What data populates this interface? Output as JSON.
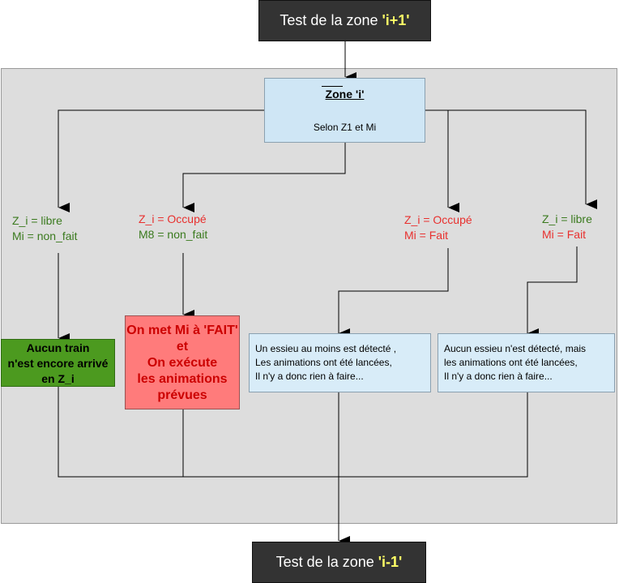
{
  "top_box": {
    "prefix": "Test de la zone ",
    "highlight": "'i+1'"
  },
  "bottom_box": {
    "prefix": "Test de la zone ",
    "highlight": "'i-1'"
  },
  "zone": {
    "title": "Zone 'i'",
    "subtitle": "Selon Z1 et Mi"
  },
  "branches": [
    {
      "line1": "Z_i = libre",
      "line2": "Mi = non_fait"
    },
    {
      "line1": "Z_i = Occupé",
      "line2": "M8 = non_fait"
    },
    {
      "line1": "Z_i = Occupé",
      "line2": "Mi = Fait"
    },
    {
      "line1": "Z_i = libre",
      "line2": "Mi = Fait"
    }
  ],
  "green_action": [
    "Aucun train",
    "n'est encore arrivé",
    "en Z_i"
  ],
  "red_action": [
    "On met Mi à 'FAIT'",
    "et",
    "On exécute",
    "les animations",
    "prévues"
  ],
  "info1": [
    "Un essieu au moins est détecté ,",
    "Les animations ont été lancées,",
    "Il n'y a donc rien à faire..."
  ],
  "info2": [
    "Aucun essieu n'est détecté, mais",
    "les animations ont été lancées,",
    "Il n'y a donc rien à faire..."
  ],
  "colors": {
    "dark_box": "#333333",
    "highlight": "#ffff66",
    "panel": "#dddddd",
    "zone_fill": "#cfe6f5",
    "info_fill": "#d8ecf8",
    "green_fill": "#4c9a1f",
    "red_fill": "#ff7b7b",
    "green_text": "#3a7a1e",
    "red_text": "#e8302e"
  }
}
